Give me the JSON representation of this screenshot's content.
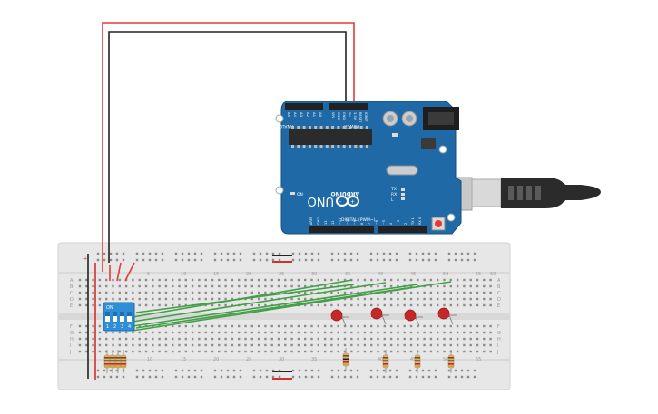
{
  "arduino": {
    "header_labels": {
      "analog_in": "ANALOG IN",
      "power": "POWER",
      "digital_pwm": "DIGITAL (PWM~)",
      "brand": "ARDUINO",
      "model": "UNO"
    },
    "analog_pins": [
      "A5",
      "A4",
      "A3",
      "A2",
      "A1",
      "A0"
    ],
    "power_pins": [
      "VIN",
      "GND",
      "GND",
      "5V",
      "3.3V",
      "RESET",
      "IOREF"
    ],
    "digital_pins": [
      "AREF",
      "GND",
      "13",
      "12",
      "~11",
      "~10",
      "~9",
      "8",
      "7",
      "~6",
      "~5",
      "4",
      "~3",
      "2",
      "TX 1",
      "RX 0"
    ],
    "status_labels": {
      "on": "ON",
      "tx": "TX",
      "rx": "RX",
      "l": "L"
    },
    "board_color": "#1f6aa6"
  },
  "breadboard": {
    "column_numbers_top": [
      "5",
      "10",
      "15",
      "20",
      "25",
      "30",
      "35",
      "40",
      "45",
      "50",
      "55",
      "60"
    ],
    "column_numbers_bottom": [
      "10",
      "15",
      "20",
      "25",
      "30",
      "35",
      "40",
      "45",
      "50",
      "55"
    ],
    "row_letters_top": [
      "A",
      "B",
      "C",
      "D",
      "E"
    ],
    "row_letters_bottom": [
      "F",
      "G",
      "H",
      "I",
      "J"
    ],
    "rail_signs": {
      "plus": "+",
      "minus": "-"
    }
  },
  "dip_switch": {
    "on_label": "ON",
    "switch_numbers": [
      "1",
      "2",
      "3",
      "4"
    ],
    "color": "#2e8ed6"
  },
  "leds": {
    "count": 4,
    "color": "#c62828"
  },
  "wire_colors": {
    "power": "#e53935",
    "ground": "#222222",
    "signal": "#43a047"
  },
  "usb_cable": {
    "color": "#2b2b2b"
  }
}
